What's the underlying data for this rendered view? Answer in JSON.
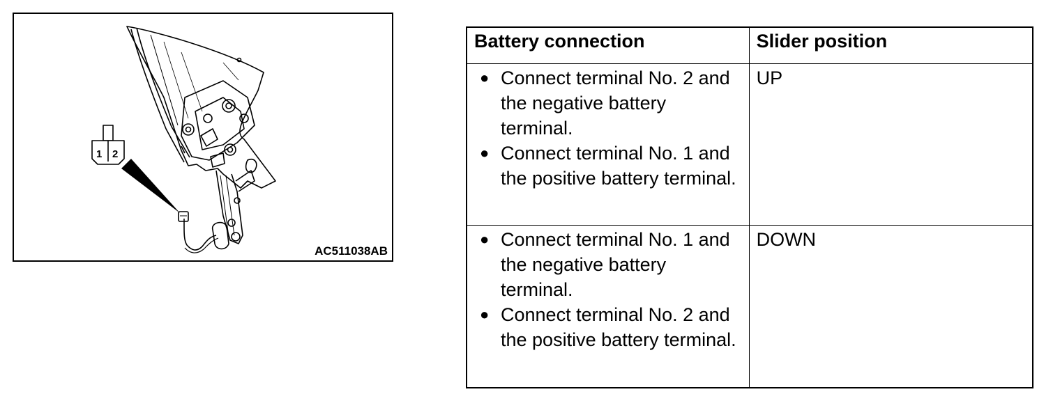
{
  "figure": {
    "code": "AC511038AB",
    "connector_terminals": [
      "1",
      "2"
    ]
  },
  "table": {
    "headers": {
      "battery_connection": "Battery connection",
      "slider_position": "Slider position"
    },
    "rows": [
      {
        "connection": [
          "Connect terminal No. 2 and the negative battery terminal.",
          "Connect terminal No. 1 and the positive battery terminal."
        ],
        "position": "UP"
      },
      {
        "connection": [
          "Connect terminal No. 1 and the negative battery terminal.",
          "Connect terminal No. 2 and the positive battery terminal."
        ],
        "position": "DOWN"
      }
    ]
  }
}
